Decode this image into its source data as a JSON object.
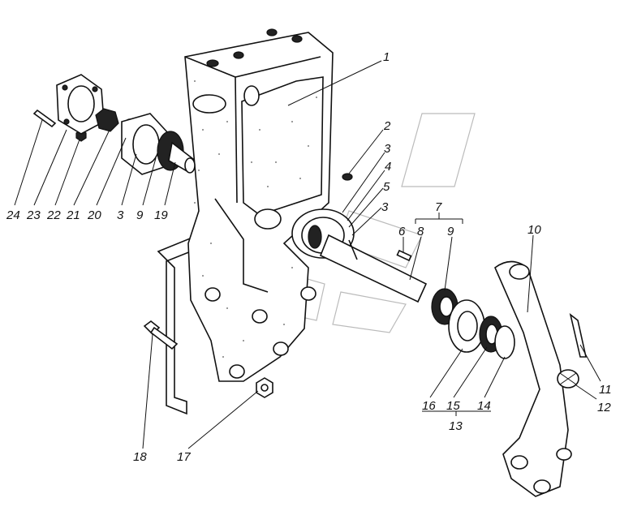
{
  "diagram": {
    "labels": [
      {
        "id": "1",
        "text": "1"
      },
      {
        "id": "2",
        "text": "2"
      },
      {
        "id": "3a",
        "text": "3"
      },
      {
        "id": "4",
        "text": "4"
      },
      {
        "id": "5",
        "text": "5"
      },
      {
        "id": "3b",
        "text": "3"
      },
      {
        "id": "7",
        "text": "7"
      },
      {
        "id": "6",
        "text": "6"
      },
      {
        "id": "8",
        "text": "8"
      },
      {
        "id": "9a",
        "text": "9"
      },
      {
        "id": "10",
        "text": "10"
      },
      {
        "id": "11",
        "text": "11"
      },
      {
        "id": "12",
        "text": "12"
      },
      {
        "id": "13",
        "text": "13"
      },
      {
        "id": "14",
        "text": "14"
      },
      {
        "id": "15",
        "text": "15"
      },
      {
        "id": "16",
        "text": "16"
      },
      {
        "id": "17",
        "text": "17"
      },
      {
        "id": "18",
        "text": "18"
      },
      {
        "id": "19",
        "text": "19"
      },
      {
        "id": "9b",
        "text": "9"
      },
      {
        "id": "3c",
        "text": "3"
      },
      {
        "id": "20",
        "text": "20"
      },
      {
        "id": "21",
        "text": "21"
      },
      {
        "id": "22",
        "text": "22"
      },
      {
        "id": "23",
        "text": "23"
      },
      {
        "id": "24",
        "text": "24"
      }
    ]
  }
}
